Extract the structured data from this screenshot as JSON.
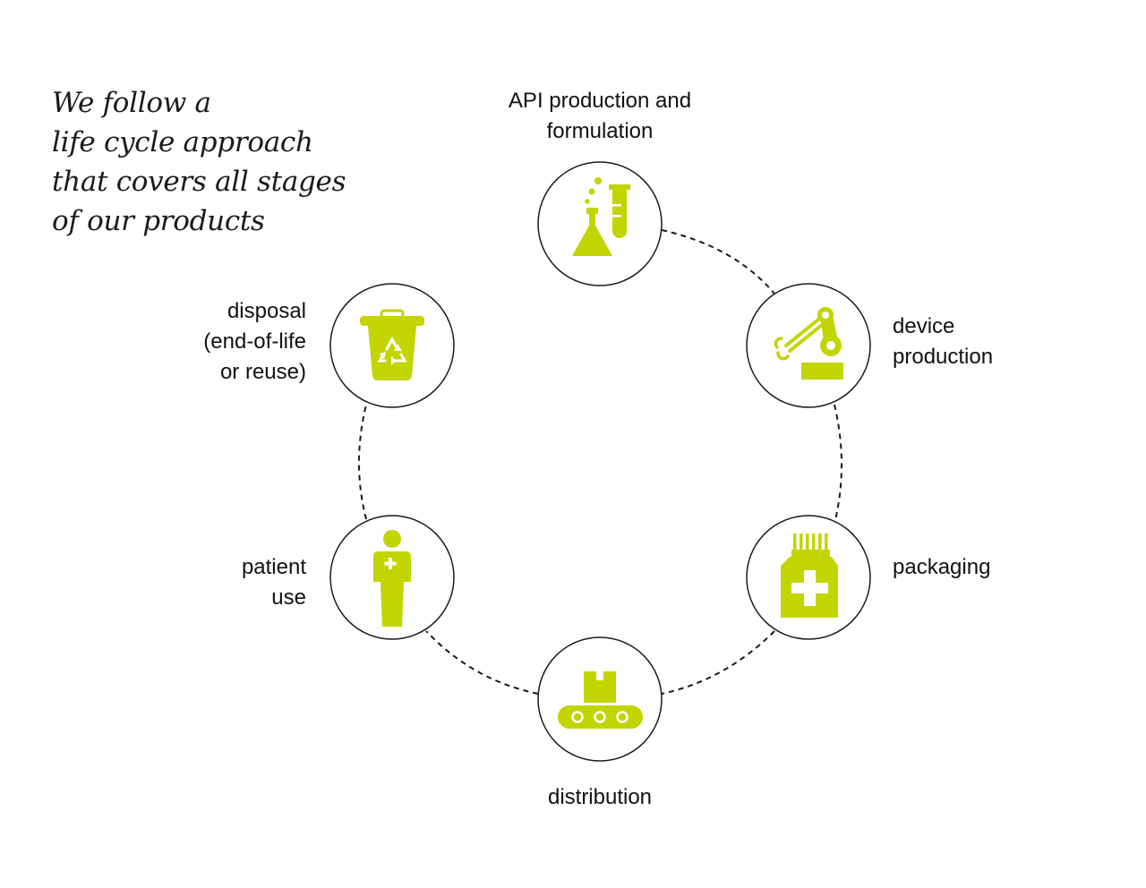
{
  "heading": {
    "lines": [
      "We follow a",
      "life cycle approach",
      "that covers all stages",
      "of our products"
    ]
  },
  "colors": {
    "accent": "#c2d500",
    "stroke": "#1a1a1a"
  },
  "stages": [
    {
      "id": "api",
      "icon": "flask-test-tube-icon",
      "label": [
        "API production and",
        "formulation"
      ]
    },
    {
      "id": "device",
      "icon": "robot-arm-icon",
      "label": [
        "device",
        "production"
      ]
    },
    {
      "id": "packaging",
      "icon": "medicine-bottle-icon",
      "label": [
        "packaging"
      ]
    },
    {
      "id": "distribution",
      "icon": "conveyor-box-icon",
      "label": [
        "distribution"
      ]
    },
    {
      "id": "patient",
      "icon": "patient-icon",
      "label": [
        "patient",
        "use"
      ]
    },
    {
      "id": "disposal",
      "icon": "recycle-bin-icon",
      "label": [
        "disposal",
        "(end-of-life",
        "or reuse)"
      ]
    }
  ]
}
